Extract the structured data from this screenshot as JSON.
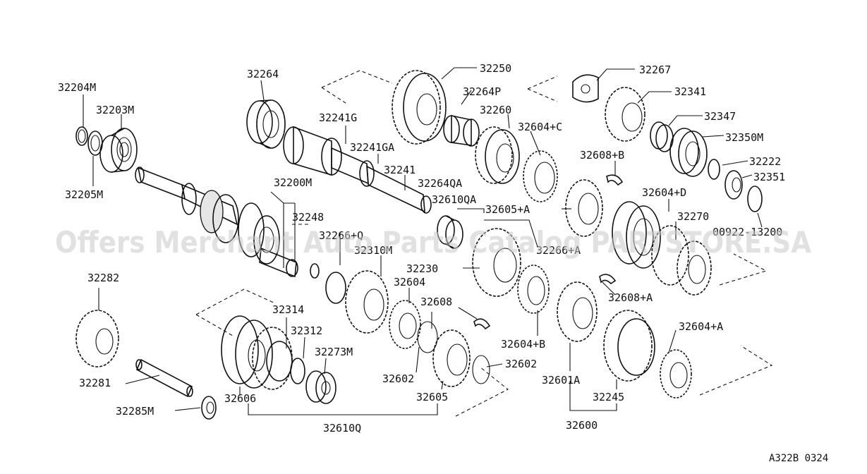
{
  "watermark": "Offers Merchant Auto Parts Catalog PARTSTORE.SA",
  "reference_code": "A322B  0324",
  "labels": {
    "p32204M": "32204M",
    "p32203M": "32203M",
    "p32205M": "32205M",
    "p32264": "32264",
    "p32241G": "32241G",
    "p32241GA": "32241GA",
    "p32241": "32241",
    "p32200M": "32200M",
    "p32248": "32248",
    "p32266Q": "32266+Q",
    "p32310M": "32310M",
    "p32250": "32250",
    "p32264P": "32264P",
    "p32260": "32260",
    "p32264QA": "32264QA",
    "p32610QA": "32610QA",
    "p32604C": "32604+C",
    "p32608B": "32608+B",
    "p32605A": "32605+A",
    "p32267": "32267",
    "p32341": "32341",
    "p32347": "32347",
    "p32350M": "32350M",
    "p32222": "32222",
    "p32351": "32351",
    "p32604D": "32604+D",
    "p32270": "32270",
    "p00922": "00922-13200",
    "p32266A": "32266+A",
    "p32230": "32230",
    "p32604": "32604",
    "p32608": "32608",
    "p32608A": "32608+A",
    "p32282": "32282",
    "p32314": "32314",
    "p32312": "32312",
    "p32273M": "32273M",
    "p32604B": "32604+B",
    "p32602a": "32602",
    "p32602b": "32602",
    "p32604A": "32604+A",
    "p32281": "32281",
    "p32606": "32606",
    "p32605": "32605",
    "p32601A": "32601A",
    "p32245": "32245",
    "p32285M": "32285M",
    "p32610Q": "32610Q",
    "p32600": "32600"
  }
}
